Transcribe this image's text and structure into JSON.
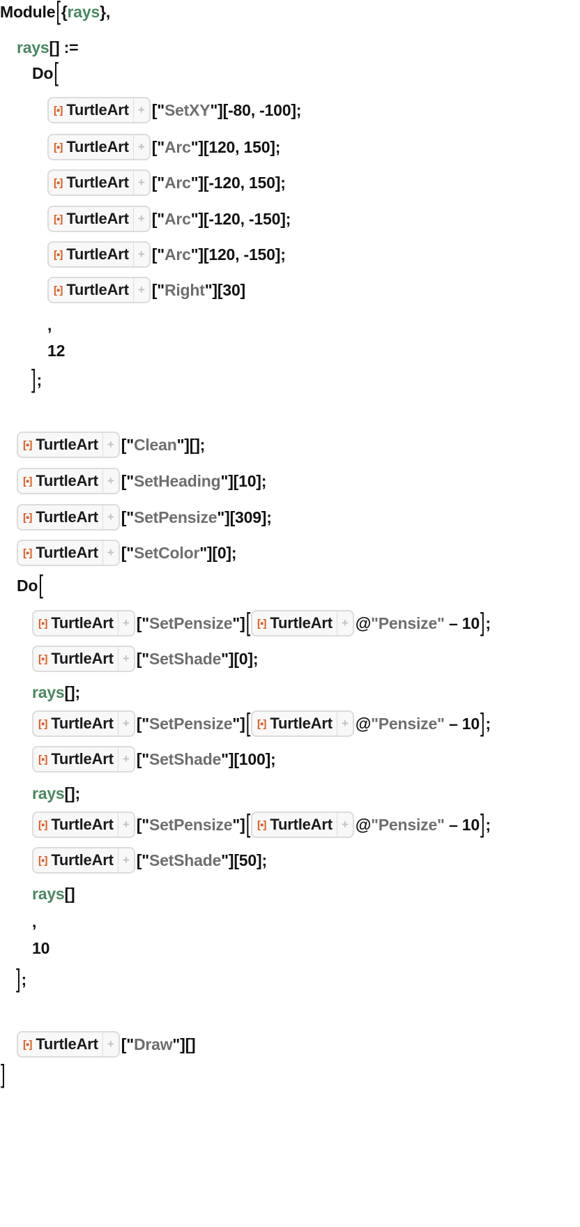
{
  "module": {
    "head": "Module",
    "locals_open": "{",
    "local_var": "rays",
    "locals_close": "},",
    "def_var": "rays",
    "def_op": "[] :=",
    "do_head": "Do",
    "body_rows": [
      {
        "cmd": "SetXY",
        "args": "[-80, -100];"
      },
      {
        "cmd": "Arc",
        "args": "[120, 150];"
      },
      {
        "cmd": "Arc",
        "args": "[-120, 150];"
      },
      {
        "cmd": "Arc",
        "args": "[-120, -150];"
      },
      {
        "cmd": "Arc",
        "args": "[120, -150];"
      },
      {
        "cmd": "Right",
        "args": "[30]"
      }
    ],
    "comma": ",",
    "do_count": "12",
    "do_close": "];"
  },
  "resource": {
    "name": "TurtleArt",
    "icon": "resource-object-icon",
    "expand_icon": "plus-icon",
    "accent_color": "#e05a1e"
  },
  "setup_rows": [
    {
      "cmd": "Clean",
      "args": "[];"
    },
    {
      "cmd": "SetHeading",
      "args": "[10];"
    },
    {
      "cmd": "SetPensize",
      "args": "[309];"
    },
    {
      "cmd": "SetColor",
      "args": "[0];"
    }
  ],
  "loop": {
    "do_head": "Do",
    "pensize_cmd": "SetPensize",
    "at_op": "@",
    "pensize_prop": "Pensize",
    "minus": " – 10",
    "close": "];",
    "shades": [
      {
        "cmd": "SetShade",
        "args": "[0];",
        "call": "rays",
        "call_tail": "[];"
      },
      {
        "cmd": "SetShade",
        "args": "[100];",
        "call": "rays",
        "call_tail": "[];"
      },
      {
        "cmd": "SetShade",
        "args": "[50];",
        "call": "rays",
        "call_tail": "[]"
      }
    ],
    "comma": ",",
    "count": "10",
    "loop_close": "];"
  },
  "draw": {
    "cmd": "Draw",
    "args": "[]"
  },
  "module_close": "]"
}
